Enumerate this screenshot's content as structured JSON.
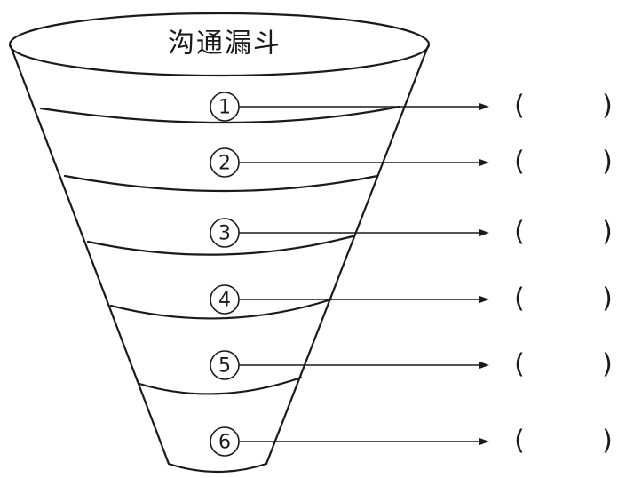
{
  "title": "沟通漏斗",
  "levels": [
    {
      "number": "1",
      "answer_open": "(",
      "answer_close": ")"
    },
    {
      "number": "2",
      "answer_open": "(",
      "answer_close": ")"
    },
    {
      "number": "3",
      "answer_open": "(",
      "answer_close": ")"
    },
    {
      "number": "4",
      "answer_open": "(",
      "answer_close": ")"
    },
    {
      "number": "5",
      "answer_open": "(",
      "answer_close": ")"
    },
    {
      "number": "6",
      "answer_open": "(",
      "answer_close": ")"
    }
  ],
  "colors": {
    "stroke": "#1a1a1a",
    "background": "#ffffff"
  }
}
